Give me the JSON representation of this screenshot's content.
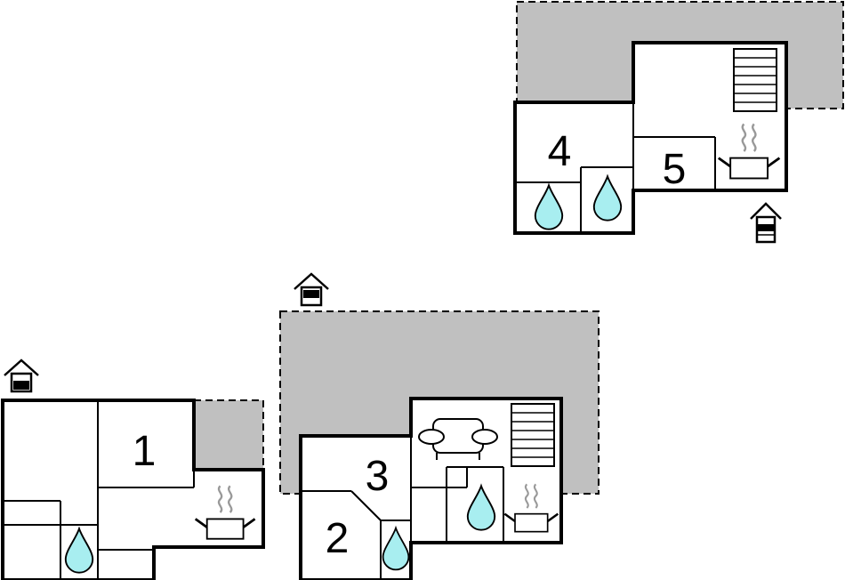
{
  "colors": {
    "wall": "#000000",
    "terrace": "#c0c0c0",
    "water": "#a8eef0",
    "steam": "#999999",
    "background": "#ffffff"
  },
  "icons": [
    "house-floor-icon",
    "water-drop-icon",
    "kitchen-pot-icon",
    "stairs-icon",
    "sofa-icon"
  ],
  "floors": [
    {
      "level": "ground",
      "rooms": [
        {
          "number": "1"
        }
      ]
    },
    {
      "level": "first",
      "rooms": [
        {
          "number": "2"
        },
        {
          "number": "3"
        }
      ]
    },
    {
      "level": "second",
      "rooms": [
        {
          "number": "4"
        },
        {
          "number": "5"
        }
      ]
    }
  ]
}
